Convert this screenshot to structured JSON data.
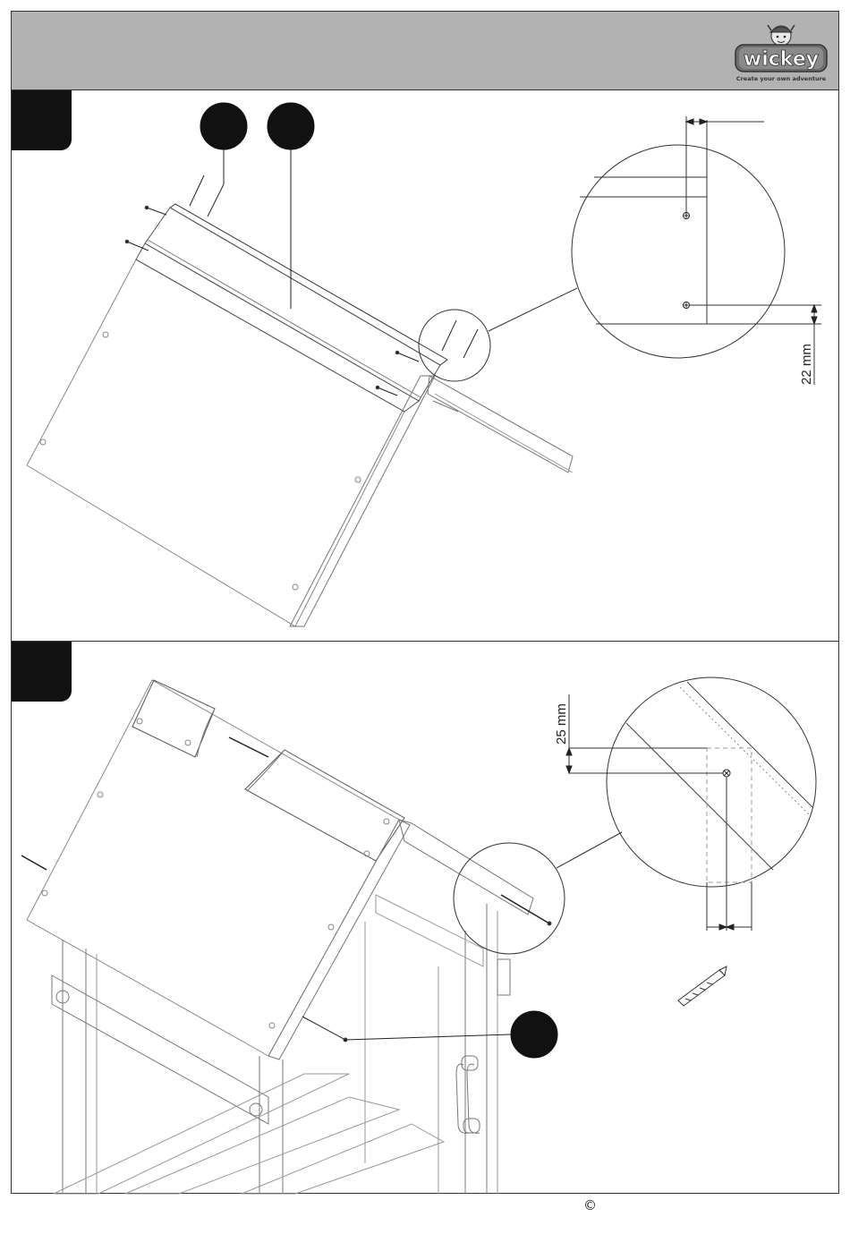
{
  "header": {
    "logo_text": "wickey",
    "logo_tagline": "Create your own adventure"
  },
  "steps": [
    {
      "detail_dimension": "22 mm"
    },
    {
      "detail_dimension": "25 mm"
    }
  ],
  "footer": {
    "copyright_symbol": "©"
  },
  "colors": {
    "header_band": "#b2b2b2",
    "step_tab": "#111111",
    "line_art": "#444444"
  }
}
